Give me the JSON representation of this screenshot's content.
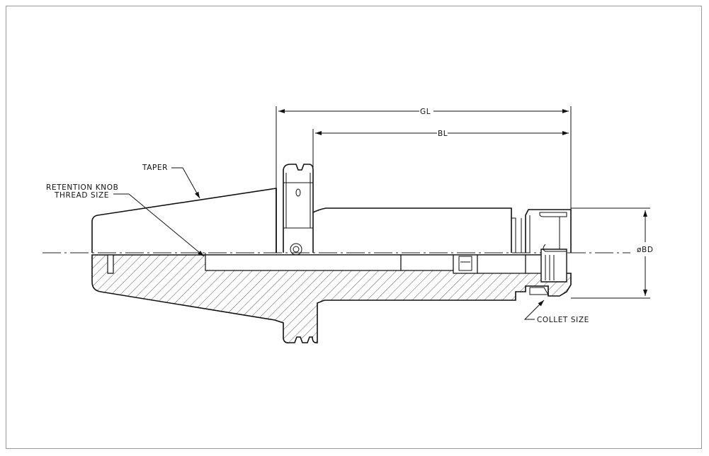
{
  "labels": {
    "gl": "GL",
    "bl": "BL",
    "taper": "TAPER",
    "retention_line1": "RETENTION KNOB",
    "retention_line2": "THREAD SIZE",
    "bd": "øBD",
    "collet_size": "COLLET SIZE"
  },
  "colors": {
    "line": "#111111",
    "frame": "#9a9a9a",
    "background": "#ffffff"
  }
}
